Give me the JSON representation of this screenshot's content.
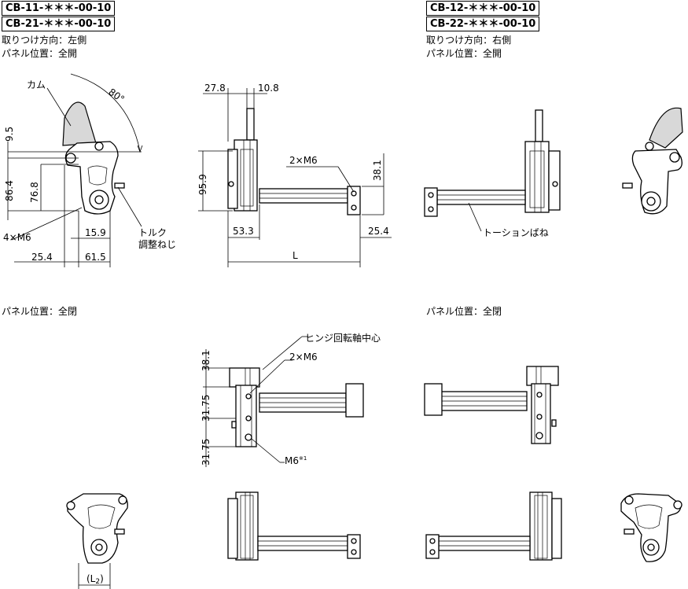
{
  "models": {
    "left": [
      "CB-11-＊＊＊-00-10",
      "CB-21-＊＊＊-00-10"
    ],
    "right": [
      "CB-12-＊＊＊-00-10",
      "CB-22-＊＊＊-00-10"
    ]
  },
  "notes": {
    "left_direction": "取りつけ方向：左側",
    "right_direction": "取りつけ方向：右側",
    "panel_open": "パネル位置：全開",
    "panel_closed": "パネル位置：全閉"
  },
  "labels": {
    "cam": "カム",
    "angle": "80°",
    "torque_adjust_1": "トルク",
    "torque_adjust_2": "調整ねじ",
    "m6_4": "4×M6",
    "m6_2": "2×M6",
    "m6_star": "M6",
    "m6_star_note": "※1",
    "torsion_spring": "トーションばね",
    "hinge_center": "ヒンジ回転軸中心",
    "length": "L",
    "l2_open": "(L",
    "l2_sub": "2",
    "l2_close": ")"
  },
  "dims": {
    "d9_5": "9.5",
    "d86_4": "86.4",
    "d76_8": "76.8",
    "d15_9": "15.9",
    "d25_4_a": "25.4",
    "d61_5": "61.5",
    "d27_8": "27.8",
    "d10_8": "10.8",
    "d95_9": "95.9",
    "d53_3": "53.3",
    "d38_1_a": "38.1",
    "d25_4_b": "25.4",
    "d38_1_b": "38.1",
    "d31_75_a": "31.75",
    "d31_75_b": "31.75"
  }
}
